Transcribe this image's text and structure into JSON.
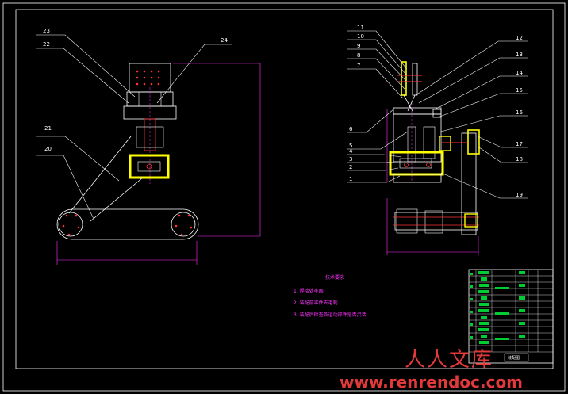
{
  "drawing": {
    "left_labels": [
      "23",
      "22",
      "24",
      "21",
      "20"
    ],
    "right_labels": [
      "11",
      "10",
      "9",
      "8",
      "7",
      "6",
      "5",
      "4",
      "3",
      "2",
      "1",
      "12",
      "13",
      "14",
      "15",
      "16",
      "17",
      "18",
      "19"
    ],
    "colors": {
      "frame": "#ffffff",
      "leader": "#ffffff",
      "dimension": "#ff33ff",
      "part": "#ffff00",
      "hole": "#ff3333",
      "table_green": "#00cc33"
    }
  },
  "tech_requirements": {
    "title": "技术要求",
    "items": [
      "1. 焊接处牢固",
      "2. 装配前零件去毛刺",
      "3. 装配后检查各运动部件是否灵活"
    ]
  },
  "title_block": {
    "drawing_name": "装配图"
  },
  "watermark": {
    "brand_cn": "人人文库",
    "url": "www.renrendoc.com"
  }
}
